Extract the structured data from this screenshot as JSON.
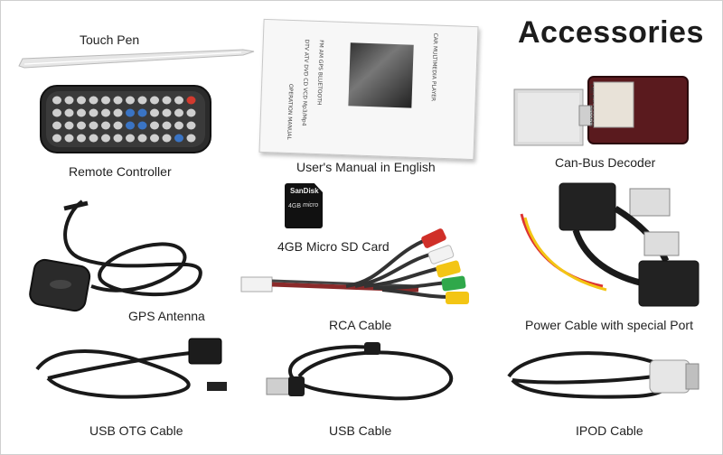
{
  "header": {
    "title": "Accessories"
  },
  "items": [
    {
      "id": "touch-pen",
      "label": "Touch Pen"
    },
    {
      "id": "remote-controller",
      "label": "Remote Controller"
    },
    {
      "id": "users-manual",
      "label": "User's Manual in English"
    },
    {
      "id": "can-bus-decoder",
      "label": "Can-Bus Decoder"
    },
    {
      "id": "micro-sd-card",
      "label": "4GB Micro SD Card"
    },
    {
      "id": "gps-antenna",
      "label": "GPS Antenna"
    },
    {
      "id": "rca-cable",
      "label": "RCA Cable"
    },
    {
      "id": "power-cable",
      "label": "Power Cable with special Port"
    },
    {
      "id": "usb-otg-cable",
      "label": "USB OTG Cable"
    },
    {
      "id": "usb-cable",
      "label": "USB Cable"
    },
    {
      "id": "ipod-cable",
      "label": "IPOD Cable"
    }
  ],
  "manual_cover": {
    "title": "CAR MULTIMEDIA PLAYER",
    "features_1": "FM AM GPS BLUETOOTH",
    "features_2": "DTV ATV DVD CD VCD Mp3/Mp4",
    "footer": "OPERATION MANUAL"
  },
  "sd_card": {
    "brand": "SanDisk",
    "capacity": "4GB",
    "type": "micro"
  },
  "decoder_label": "CAN BUS DECODER",
  "colors": {
    "background": "#ffffff",
    "title": "#1c1c1c",
    "cable": "#1a1a1a",
    "remote_body": "#2b2b2b",
    "remote_button": "#cfcfcf",
    "remote_blue": "#3a74c4",
    "remote_red": "#d23a2e",
    "decoder_body": "#5a1a1e",
    "rca_red": "#d02f28",
    "rca_white": "#f2f2f2",
    "rca_yellow": "#f3c514",
    "rca_green": "#2fa84a"
  },
  "icons": [
    "touch-pen-icon",
    "remote-icon",
    "manual-icon",
    "decoder-icon",
    "sd-card-icon",
    "gps-antenna-icon",
    "rca-cable-icon",
    "power-cable-icon",
    "usb-otg-cable-icon",
    "usb-cable-icon",
    "ipod-cable-icon"
  ]
}
